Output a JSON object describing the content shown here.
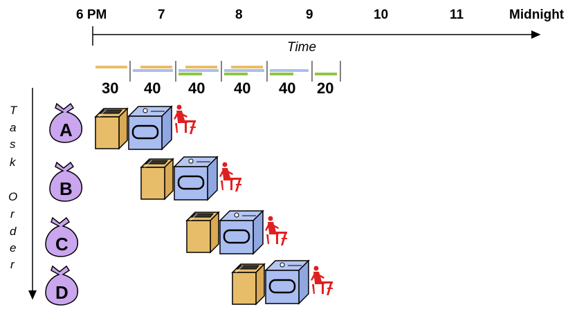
{
  "timeline": {
    "hours": [
      "6 PM",
      "7",
      "8",
      "9",
      "10",
      "11",
      "Midnight"
    ],
    "axis_label": "Time",
    "durations": [
      "30",
      "40",
      "40",
      "40",
      "40",
      "20"
    ]
  },
  "vertical_axis": {
    "letters": [
      "T",
      "a",
      "s",
      "k",
      "O",
      "r",
      "d",
      "e",
      "r"
    ]
  },
  "tasks": [
    {
      "label": "A"
    },
    {
      "label": "B"
    },
    {
      "label": "C"
    },
    {
      "label": "D"
    }
  ],
  "colors": {
    "washer": "#e8bd6a",
    "dryer": "#aabdf0",
    "folder": "#8dc63f",
    "person": "#e02020",
    "bag": "#c9a6ee",
    "bar_wash": "#e8bd6a",
    "bar_dry": "#aabdf0",
    "bar_fold": "#8dc63f"
  }
}
